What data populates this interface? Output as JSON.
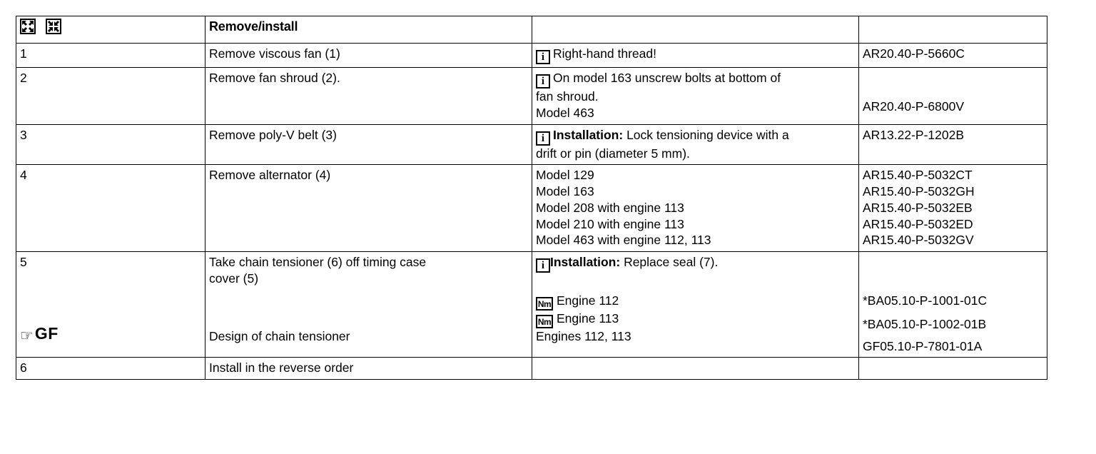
{
  "document": {
    "type": "service-procedure-table",
    "columns": [
      "step",
      "task",
      "note",
      "docref"
    ]
  },
  "header": {
    "expand_icon": "expand-arrows-icon",
    "collapse_icon": "collapse-arrows-icon",
    "title": "Remove/install",
    "note": "",
    "docref": ""
  },
  "rows": [
    {
      "step": "1",
      "task": "Remove viscous fan (1)",
      "note_icon": "info-icon",
      "note": "Right-hand thread!",
      "docref": "AR20.40-P-5660C"
    },
    {
      "step": "2",
      "task": "Remove fan shroud (2).",
      "note_icon": "info-icon",
      "note_line1": "On model 163 unscrew bolts at bottom of",
      "note_line2": "fan shroud.",
      "note_line3": "Model 463",
      "docref": "AR20.40-P-6800V"
    },
    {
      "step": "3",
      "task": "Remove poly-V belt (3)",
      "note_icon": "info-icon",
      "note_bold": "Installation:",
      "note_line1": " Lock tensioning device with a",
      "note_line2": " drift or pin (diameter 5 mm).",
      "docref": "AR13.22-P-1202B"
    },
    {
      "step": "4",
      "task": "Remove alternator (4)",
      "notes": [
        "Model 129",
        "Model 163",
        "Model 208 with engine 113",
        "Model 210 with engine 113",
        "Model 463 with engine 112, 113"
      ],
      "docrefs": [
        "AR15.40-P-5032CT",
        "AR15.40-P-5032GH",
        "AR15.40-P-5032EB",
        "AR15.40-P-5032ED",
        "AR15.40-P-5032GV"
      ]
    },
    {
      "step": "5",
      "step_icon": "pointing-hand-icon",
      "step_icon_label": "GF",
      "task_line1": "Take chain tensioner (6) off timing case",
      "task_line2": "cover (5)",
      "task_line3": "Design of chain tensioner",
      "note_icon": "info-icon",
      "note_bold": "Installation:",
      "note_line1": " Replace seal (7).",
      "note_torque_icon": "torque-nm-icon",
      "note_line2": "Engine 112",
      "note_line3": "Engine 113",
      "note_line4": "Engines 112, 113",
      "docref1": "*BA05.10-P-1001-01C",
      "docref2": "*BA05.10-P-1002-01B",
      "docref3": "GF05.10-P-7801-01A"
    },
    {
      "step": "6",
      "task": "Install in the reverse order",
      "note": "",
      "docref": ""
    }
  ]
}
